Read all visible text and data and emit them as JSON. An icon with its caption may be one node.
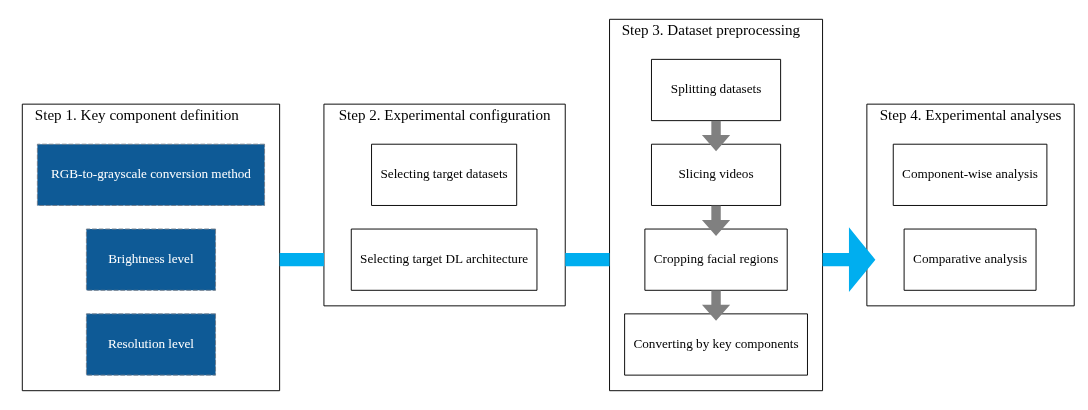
{
  "diagram": {
    "nodes": [
      {
        "text": [
          "Step 1. Key component definition"
        ]
      },
      {
        "text": [
          "RGB-to-grayscale conversion method"
        ],
        "in": 0
      },
      {
        "text": [
          "Brightness level"
        ],
        "in": 0
      },
      {
        "text": [
          "Resolution level"
        ],
        "in": 0
      },
      {
        "text": [
          "Step 2. Experimental configuration"
        ]
      },
      {
        "text": [
          "Selecting target datasets"
        ],
        "in": 4
      },
      {
        "text": [
          "Selecting target DL architecture"
        ],
        "in": 4
      },
      {
        "text": [
          "Step 3. Dataset preprocessing"
        ]
      },
      {
        "text": [
          "Splitting datasets"
        ],
        "in": 7
      },
      {
        "text": [
          "Slicing videos"
        ],
        "in": 7
      },
      {
        "text": [
          "Cropping facial regions"
        ],
        "in": 7
      },
      {
        "text": [
          "Converting by key components"
        ],
        "in": 7
      },
      {
        "text": [
          "Step 4. Experimental analyses"
        ]
      },
      {
        "text": [
          "Component-wise analysis"
        ],
        "in": 12
      },
      {
        "text": [
          "Comparative analysis"
        ],
        "in": 12
      }
    ],
    "edges": [
      {
        "from": 0,
        "to": 4,
        "arrow": "none",
        "color": "#00aeef"
      },
      {
        "from": 4,
        "to": 7,
        "arrow": "none",
        "color": "#00aeef"
      },
      {
        "from": 7,
        "to": 12,
        "arrow": "to",
        "color": "#00aeef"
      },
      {
        "from": 8,
        "to": 9,
        "arrow": "to",
        "color": "#808080"
      },
      {
        "from": 9,
        "to": 10,
        "arrow": "to",
        "color": "#808080"
      },
      {
        "from": 10,
        "to": 11,
        "arrow": "to",
        "color": "#808080"
      }
    ]
  }
}
